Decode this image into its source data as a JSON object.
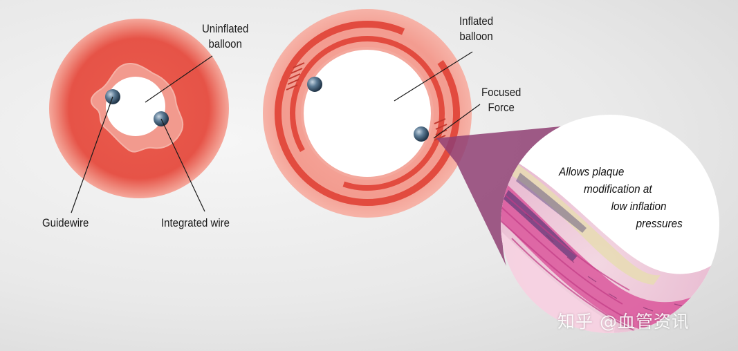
{
  "labels": {
    "uninflated": [
      "Uninflated",
      "balloon"
    ],
    "inflated": [
      "Inflated",
      "balloon"
    ],
    "focused": [
      "Focused",
      "Force"
    ],
    "guidewire": "Guidewire",
    "integrated_wire": "Integrated wire"
  },
  "callout": [
    "Allows plaque",
    "modification at",
    "low inflation",
    "pressures"
  ],
  "watermark": "知乎 @血管资讯",
  "colors": {
    "vessel_outer": "#f1968a",
    "vessel_wall": "#e0473b",
    "plaque": "#f29a8e",
    "lumen": "#ffffff",
    "wire": "#4a6c89",
    "zoom_cone": "#8f3f73",
    "tissue_pink": "#d94f97"
  }
}
